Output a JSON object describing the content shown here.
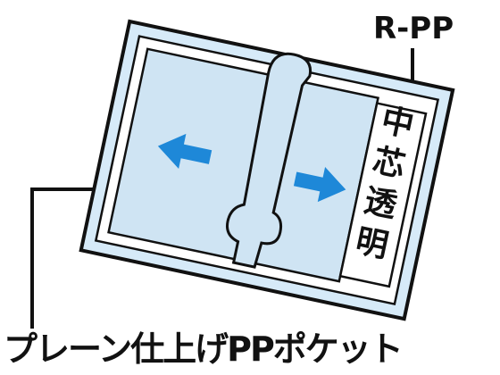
{
  "labels": {
    "cover_material": "R-PP",
    "pocket_description": "プレーン仕上げPPポケット",
    "center_label": [
      "中",
      "芯",
      "透",
      "明"
    ]
  },
  "colors": {
    "cover_fill": "#d6eaf8",
    "pocket_fill": "#cfe4f3",
    "arrow": "#1e88d8",
    "outline": "#111111",
    "label_panel": "#ffffff"
  },
  "icons": [
    "arrow-left-icon",
    "arrow-right-icon"
  ]
}
